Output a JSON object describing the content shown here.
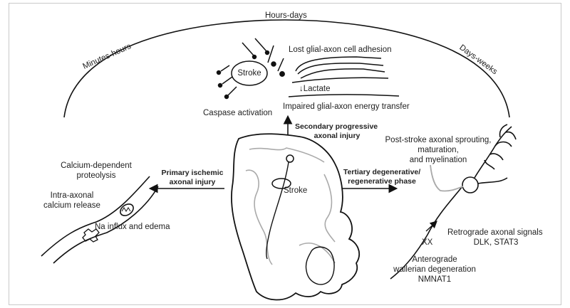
{
  "timeline": {
    "top": "Hours-days",
    "left": "Minutes-hours",
    "right": "Days-weeks"
  },
  "secondary": {
    "stroke_label": "Stroke",
    "lost_adhesion": "Lost glial-axon cell adhesion",
    "lactate": "↓Lactate",
    "caspase": "Caspase activation",
    "energy": "Impaired glial-axon energy transfer",
    "arrow_label_1": "Secondary progressive",
    "arrow_label_2": "axonal injury"
  },
  "primary": {
    "arrow_label_1": "Primary ischemic",
    "arrow_label_2": "axonal injury",
    "proteolysis_1": "Calcium-dependent",
    "proteolysis_2": "proteolysis",
    "calcium_1": "Intra-axonal",
    "calcium_2": "calcium release",
    "edema": "Na influx and edema"
  },
  "brain": {
    "stroke_label": "Stroke"
  },
  "tertiary": {
    "arrow_label_1": "Tertiary degenerative/",
    "arrow_label_2": "regenerative phase",
    "sprouting_1": "Post-stroke axonal sprouting,",
    "sprouting_2": "maturation,",
    "sprouting_3": "and myelination",
    "retro_1": "Retrograde axonal signals",
    "retro_2": "DLK, STAT3",
    "xx": "XX",
    "antero_1": "Anterograde",
    "antero_2": "wallerian degeneration",
    "antero_3": "NMNAT1"
  }
}
